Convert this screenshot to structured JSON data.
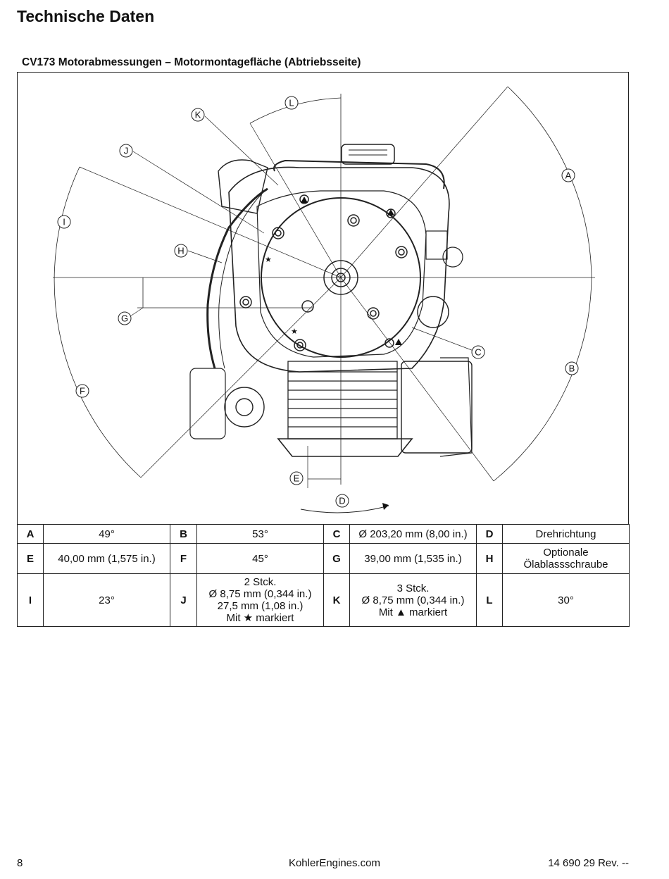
{
  "page": {
    "title": "Technische Daten",
    "section_title": "CV173 Motorabmessungen – Motormontagefläche (Abtriebsseite)"
  },
  "figure": {
    "callouts": [
      "A",
      "B",
      "C",
      "D",
      "E",
      "F",
      "G",
      "H",
      "I",
      "J",
      "K",
      "L"
    ]
  },
  "table": {
    "rows": [
      [
        {
          "k": "A",
          "v": "49°"
        },
        {
          "k": "B",
          "v": "53°"
        },
        {
          "k": "C",
          "v": "Ø 203,20 mm (8,00 in.)"
        },
        {
          "k": "D",
          "v": "Drehrichtung"
        }
      ],
      [
        {
          "k": "E",
          "v": "40,00 mm (1,575 in.)"
        },
        {
          "k": "F",
          "v": "45°"
        },
        {
          "k": "G",
          "v": "39,00 mm (1,535 in.)"
        },
        {
          "k": "H",
          "v": "Optionale\nÖlablassschraube"
        }
      ],
      [
        {
          "k": "I",
          "v": "23°"
        },
        {
          "k": "J",
          "v": "2 Stck.\nØ 8,75 mm (0,344 in.)\n27,5 mm (1,08 in.)\nMit ★ markiert"
        },
        {
          "k": "K",
          "v": "3 Stck.\nØ 8,75 mm (0,344 in.)\nMit ▲ markiert"
        },
        {
          "k": "L",
          "v": "30°"
        }
      ]
    ]
  },
  "footer": {
    "page_number": "8",
    "website": "KohlerEngines.com",
    "doc_number": "14 690 29 Rev. --"
  }
}
